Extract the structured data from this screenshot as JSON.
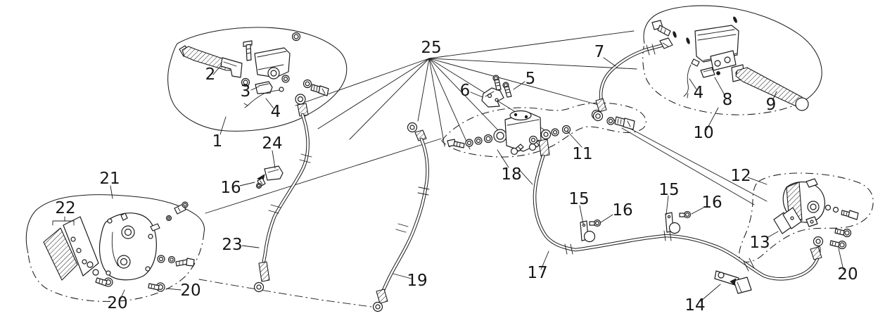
{
  "diagram": {
    "type": "exploded-parts-diagram",
    "subject": "brake system (levers, master cylinders, hoses, calipers)",
    "labels": {
      "n1": "1",
      "n2": "2",
      "n3": "3",
      "n4_left": "4",
      "n4_right": "4",
      "n5": "5",
      "n6": "6",
      "n7": "7",
      "n8": "8",
      "n9": "9",
      "n10": "10",
      "n11": "11",
      "n12": "12",
      "n13": "13",
      "n14": "14",
      "n15_a": "15",
      "n15_b": "15",
      "n16_left": "16",
      "n16_a": "16",
      "n16_b": "16",
      "n17": "17",
      "n18": "18",
      "n19": "19",
      "n20_a": "20",
      "n20_b": "20",
      "n20_c": "20",
      "n21": "21",
      "n22": "22",
      "n23": "23",
      "n24": "24",
      "n25": "25"
    }
  }
}
